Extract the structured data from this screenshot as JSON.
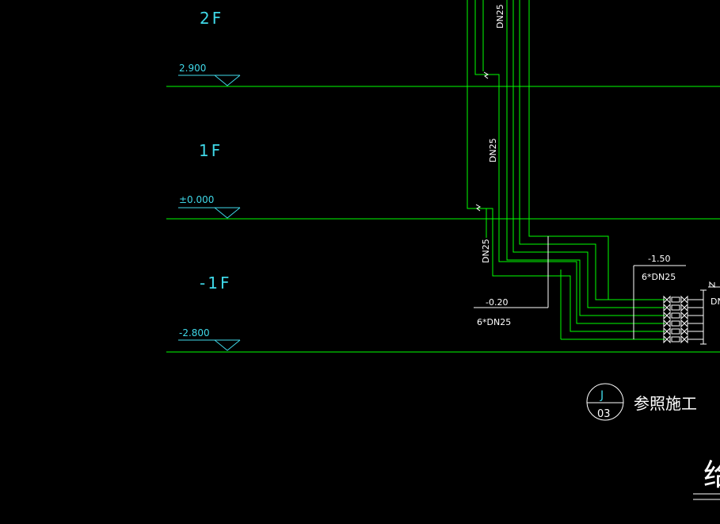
{
  "floors": [
    {
      "label": "2F",
      "elevation": "2.900"
    },
    {
      "label": "1F",
      "elevation": "±0.000"
    },
    {
      "label": "-1F",
      "elevation": "-2.800"
    }
  ],
  "pipe_labels": {
    "dn25_top": "DN25",
    "dn25_mid": "DN25",
    "dn25_low": "DN25",
    "dn_right": "DN"
  },
  "annotations": {
    "left_elev": "-0.20",
    "left_spec": "6*DN25",
    "right_elev": "-1.50",
    "right_spec": "6*DN25"
  },
  "detail_ref": {
    "letter": "J",
    "number": "03",
    "note": "参照施工"
  },
  "title_fragment": "给"
}
